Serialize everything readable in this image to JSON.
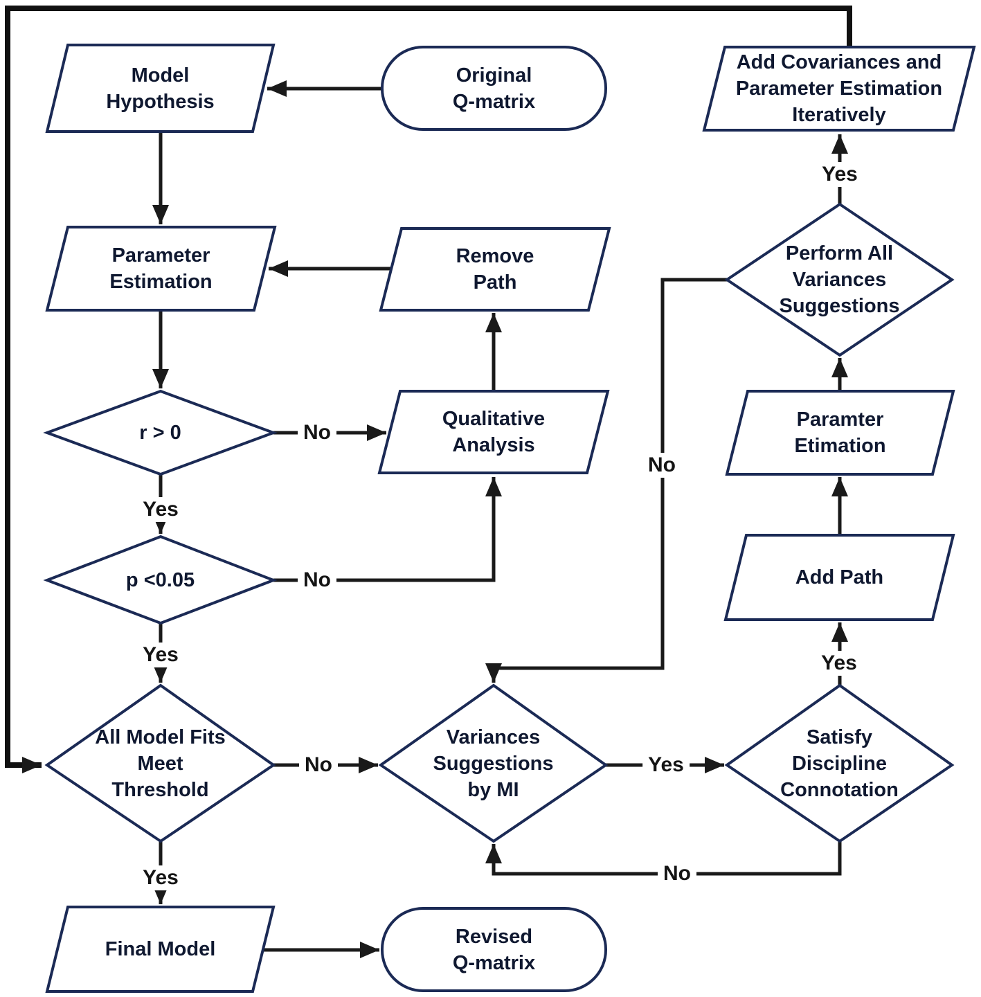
{
  "diagram_type": "flowchart",
  "colors": {
    "shape_border": "#1b2a55",
    "node_text": "#0f1830",
    "connector": "#1a1a1a",
    "label_text": "#141414",
    "background": "#ffffff"
  },
  "nodes": [
    {
      "id": "model-hypothesis",
      "shape": "parallelogram",
      "label": "Model\nHypothesis"
    },
    {
      "id": "original-q-matrix",
      "shape": "terminator",
      "label": "Original\nQ-matrix"
    },
    {
      "id": "add-covariances",
      "shape": "parallelogram",
      "label": "Add Covariances and\nParameter Estimation\nIteratively"
    },
    {
      "id": "parameter-estimation",
      "shape": "parallelogram",
      "label": "Parameter\nEstimation"
    },
    {
      "id": "remove-path",
      "shape": "parallelogram",
      "label": "Remove\nPath"
    },
    {
      "id": "perform-all-variances-suggestions",
      "shape": "decision",
      "label": "Perform All\nVariances\nSuggestions"
    },
    {
      "id": "r-greater-than-zero",
      "shape": "decision",
      "label": "r > 0"
    },
    {
      "id": "qualitative-analysis",
      "shape": "parallelogram",
      "label": "Qualitative\nAnalysis"
    },
    {
      "id": "paramter-etimation",
      "shape": "parallelogram",
      "label": "Paramter\nEtimation"
    },
    {
      "id": "p-less-than-005",
      "shape": "decision",
      "label": "p <0.05"
    },
    {
      "id": "add-path",
      "shape": "parallelogram",
      "label": "Add Path"
    },
    {
      "id": "all-model-fits-meet-threshold",
      "shape": "decision",
      "label": "All Model Fits\nMeet\nThreshold"
    },
    {
      "id": "variances-suggestions-by-mi",
      "shape": "decision",
      "label": "Variances\nSuggestions\nby MI"
    },
    {
      "id": "satisfy-discipline-connotation",
      "shape": "decision",
      "label": "Satisfy\nDiscipline\nConnotation"
    },
    {
      "id": "final-model",
      "shape": "parallelogram",
      "label": "Final Model"
    },
    {
      "id": "revised-q-matrix",
      "shape": "terminator",
      "label": "Revised\nQ-matrix"
    }
  ],
  "edge_labels": [
    {
      "id": "r0-no",
      "text": "No"
    },
    {
      "id": "r0-yes",
      "text": "Yes"
    },
    {
      "id": "p-no",
      "text": "No"
    },
    {
      "id": "p-yes",
      "text": "Yes"
    },
    {
      "id": "fits-no",
      "text": "No"
    },
    {
      "id": "fits-yes",
      "text": "Yes"
    },
    {
      "id": "variances-yes",
      "text": "Yes"
    },
    {
      "id": "variances-loop-no",
      "text": "No"
    },
    {
      "id": "satisfy-yes",
      "text": "Yes"
    },
    {
      "id": "perform-no",
      "text": "No"
    },
    {
      "id": "perform-yes",
      "text": "Yes"
    }
  ]
}
